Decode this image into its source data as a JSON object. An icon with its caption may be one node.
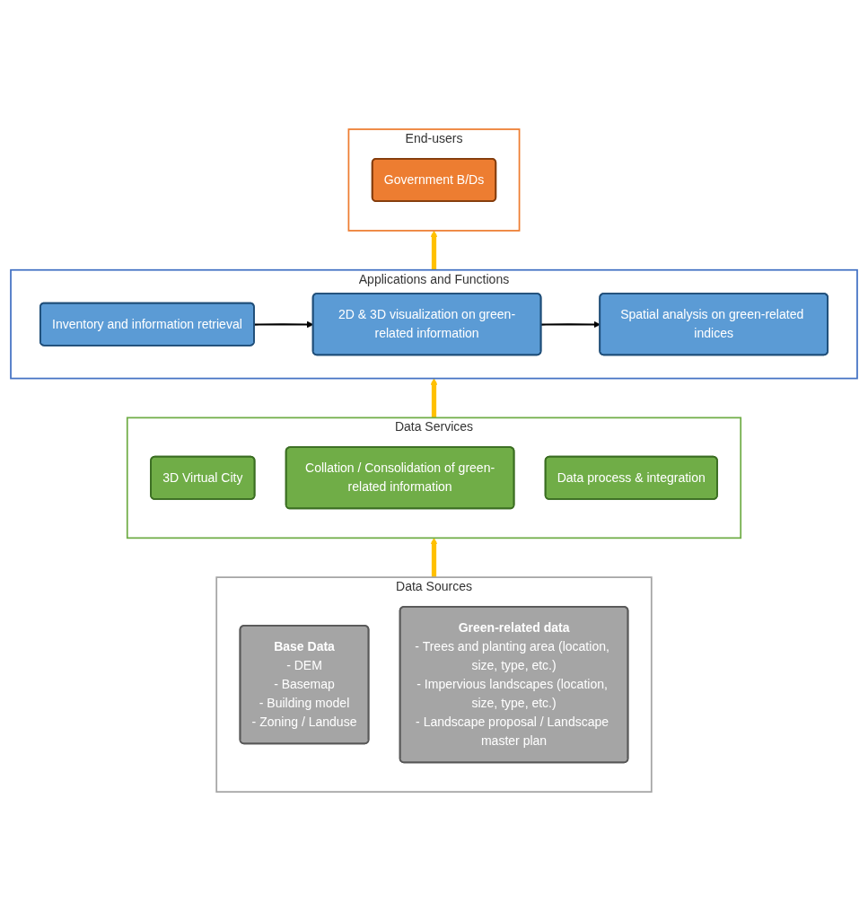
{
  "diagram": {
    "nodes": [
      {
        "text": [
          "End-users"
        ]
      },
      {
        "text": [
          "Government B/Ds"
        ],
        "in": 0
      },
      {
        "text": [
          "Applications and Functions"
        ]
      },
      {
        "text": [
          "Inventory and information retrieval"
        ],
        "in": 2
      },
      {
        "text": [
          "2D & 3D visualization on green-related information"
        ],
        "in": 2
      },
      {
        "text": [
          "Spatial analysis on green-related indices"
        ],
        "in": 2
      },
      {
        "text": [
          "Data Services"
        ]
      },
      {
        "text": [
          "3D Virtual City"
        ],
        "in": 6
      },
      {
        "text": [
          "Collation / Consolidation of green-related information"
        ],
        "in": 6
      },
      {
        "text": [
          "Data process & integration"
        ],
        "in": 6
      },
      {
        "text": [
          "Data Sources"
        ]
      },
      {
        "text": [
          "Base Data",
          "- DEM",
          "- Basemap",
          "- Building model",
          "- Zoning / Landuse"
        ],
        "in": 10
      },
      {
        "text": [
          "Green-related data",
          "- Trees and planting area (location, size, type, etc.)",
          "- Impervious landscapes (location, size, type, etc.)",
          "- Landscape proposal / Landscape master plan"
        ],
        "in": 10
      }
    ],
    "edges": [
      {
        "from": 10,
        "to": 6,
        "arrow": "to"
      },
      {
        "from": 6,
        "to": 2,
        "arrow": "to"
      },
      {
        "from": 2,
        "to": 0,
        "arrow": "to"
      },
      {
        "from": 3,
        "to": 4,
        "arrow": "to",
        "color": "#000000"
      },
      {
        "from": 4,
        "to": 5,
        "arrow": "to",
        "color": "#000000"
      }
    ]
  }
}
